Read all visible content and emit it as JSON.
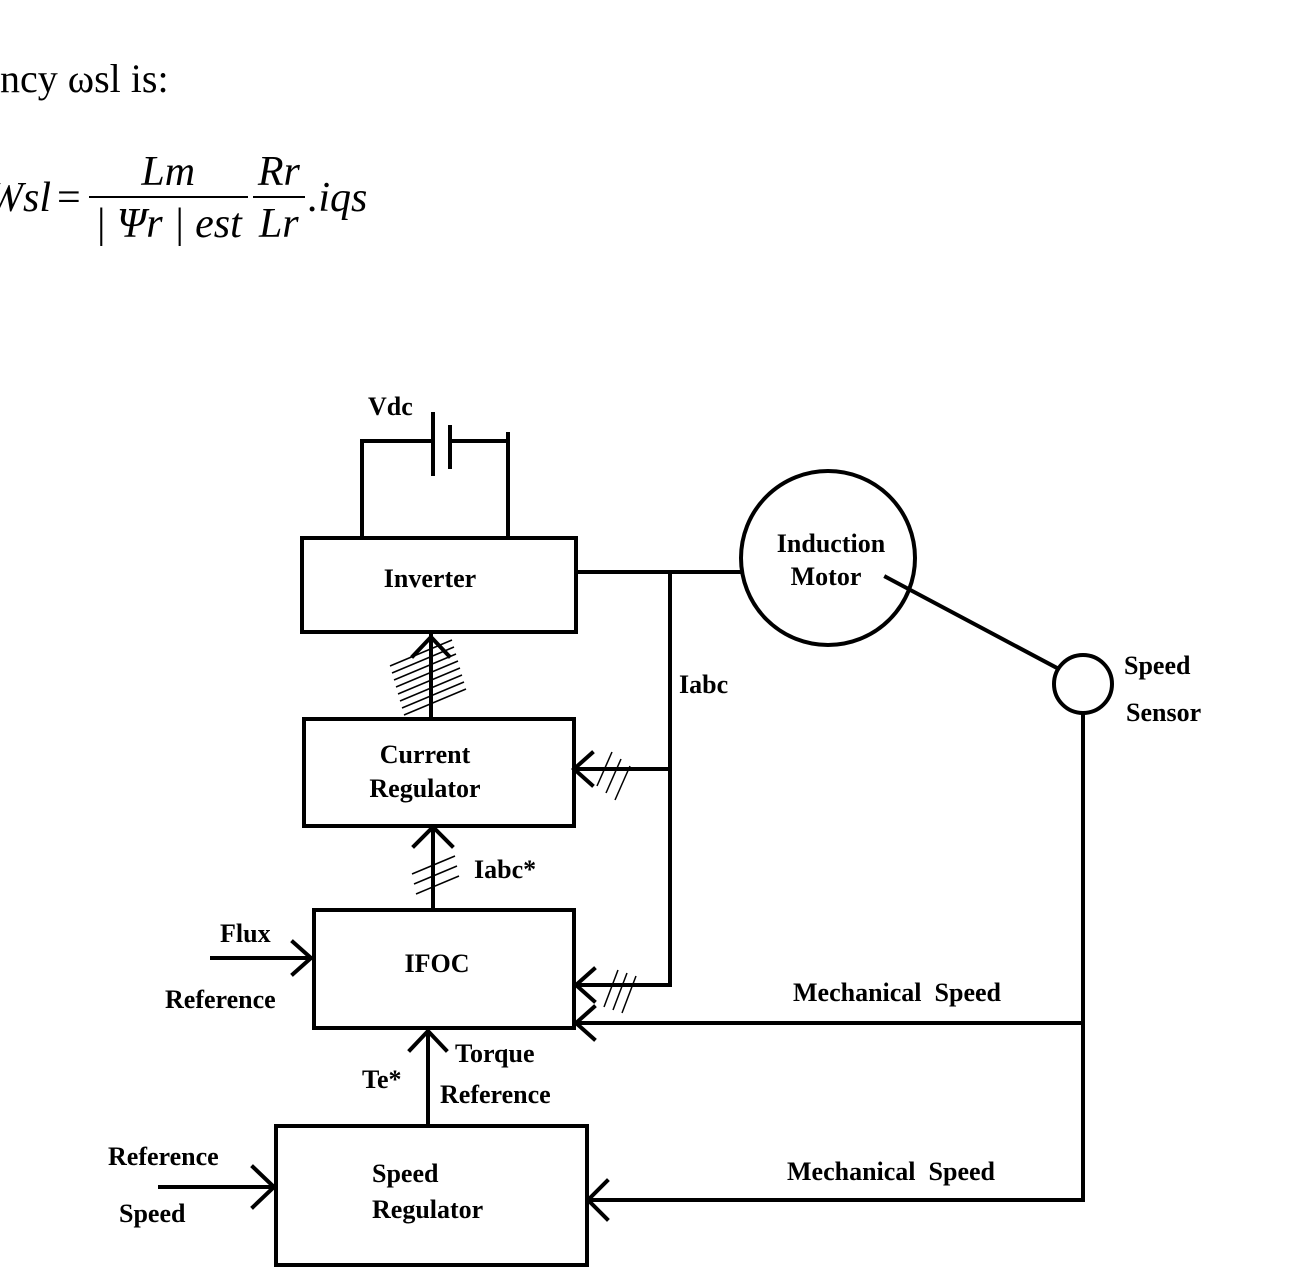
{
  "intro_text": "ncy ωsl is:",
  "equation": {
    "lhs": "Wsl",
    "equals": "=",
    "frac1_num": "Lm",
    "frac1_den": "| Ψr | est",
    "frac2_num": "Rr",
    "frac2_den": "Lr",
    "suffix": ".iqs"
  },
  "diagram": {
    "vdc": "Vdc",
    "inverter": "Inverter",
    "motor_line1": "Induction",
    "motor_line2": "Motor",
    "iabc": "Iabc",
    "sensor_line1": "Speed",
    "sensor_line2": "Sensor",
    "current_regulator_line1": "Current",
    "current_regulator_line2": "Regulator",
    "iabc_ref": "Iabc*",
    "flux": "Flux",
    "flux_reference": "Reference",
    "ifoc": "IFOC",
    "mech_speed_top": "Mechanical  Speed",
    "te_ref": "Te*",
    "torque_line1": "Torque",
    "torque_line2": "Reference",
    "ref_speed_line1": "Reference",
    "ref_speed_line2": "Speed",
    "speed_regulator_line1": "Speed",
    "speed_regulator_line2": "Regulator",
    "mech_speed_bottom": "Mechanical  Speed"
  }
}
